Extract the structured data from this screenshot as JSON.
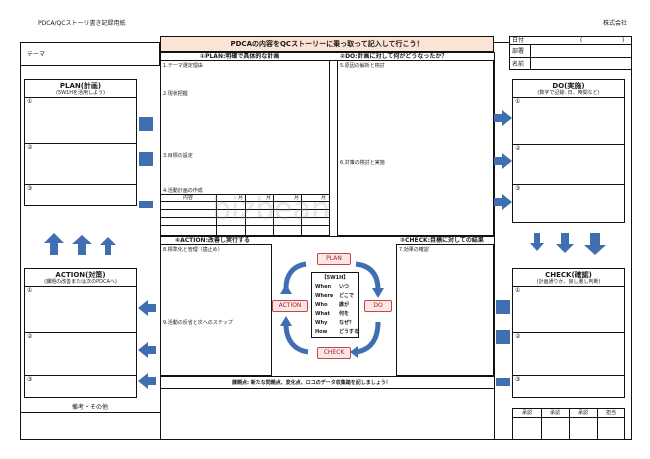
{
  "header": {
    "doc_title": "PDCA/QCストーリ書き記録用紙",
    "company": "株式会社",
    "banner": "PDCAの内容をQCストーリーに乗っ取って記入して行こう！",
    "date_label": "日付",
    "date_open": "(",
    "date_close": ")",
    "dept_label": "部署",
    "name_label": "名前",
    "theme_label": "テーマ"
  },
  "left": {
    "plan_title": "PLAN(計画)",
    "plan_sub": "(5W1Hを活用しよう)",
    "plan_items": [
      "①",
      "②",
      "③"
    ],
    "action_title": "ACTION(対策)",
    "action_sub": "(課題の改善または次のPDCAへ)",
    "action_items": [
      "①",
      "②",
      "③"
    ],
    "notes_label": "備考・その他"
  },
  "right": {
    "do_title": "DO(実施)",
    "do_sub": "(数字で記録: 日、時間など)",
    "do_items": [
      "①",
      "②",
      "③"
    ],
    "check_title": "CHECK(確認)",
    "check_sub": "(計画通りか、良し悪し判断)",
    "check_items": [
      "①",
      "②",
      "③"
    ],
    "approvals": [
      "承認",
      "承認",
      "承認",
      "担当"
    ]
  },
  "center": {
    "plan_header": "①PLAN:明確で具体的な計画",
    "plan_fields": [
      "1.テーマ選定理由",
      "2.現状把握",
      "3.目標の設定",
      "4.活動計画の作成"
    ],
    "plan_table_headers": [
      "内容",
      "月",
      "月",
      "月",
      "月"
    ],
    "do_header": "②DO:計画に対して何がどうなったか？",
    "do_fields": [
      "5.原因の解析と検討",
      "6.対策の検討と実施"
    ],
    "action_header": "④ACTION:改善し実行する",
    "action_fields": [
      "8.標準化と管理（歯止め）",
      "9.活動の反省と次へのステップ"
    ],
    "check_header": "③CHECK:目標に対しての結果",
    "check_fields": [
      "7.効果の確認"
    ],
    "footer_note": "課題点: 新たな問題点、変化点、ロコのデータ収集踏を記しましょう！"
  },
  "cycle": {
    "plan": "PLAN",
    "do": "DO",
    "check": "CHECK",
    "action": "ACTION",
    "w_title": "【5W1H】",
    "w_rows": [
      {
        "en": "When",
        "jp": "いつ"
      },
      {
        "en": "Where",
        "jp": "どこで"
      },
      {
        "en": "Who",
        "jp": "誰が"
      },
      {
        "en": "What",
        "jp": "何を"
      },
      {
        "en": "Why",
        "jp": "なぜ？"
      },
      {
        "en": "How",
        "jp": "どうする"
      }
    ]
  },
  "watermark": "bizbean",
  "colors": {
    "arrow_blue": "#3f6fb0",
    "banner_fill": "#fbe3d6",
    "cycle_label_fill": "#fbe6e6",
    "cycle_label_text": "#b02020"
  }
}
